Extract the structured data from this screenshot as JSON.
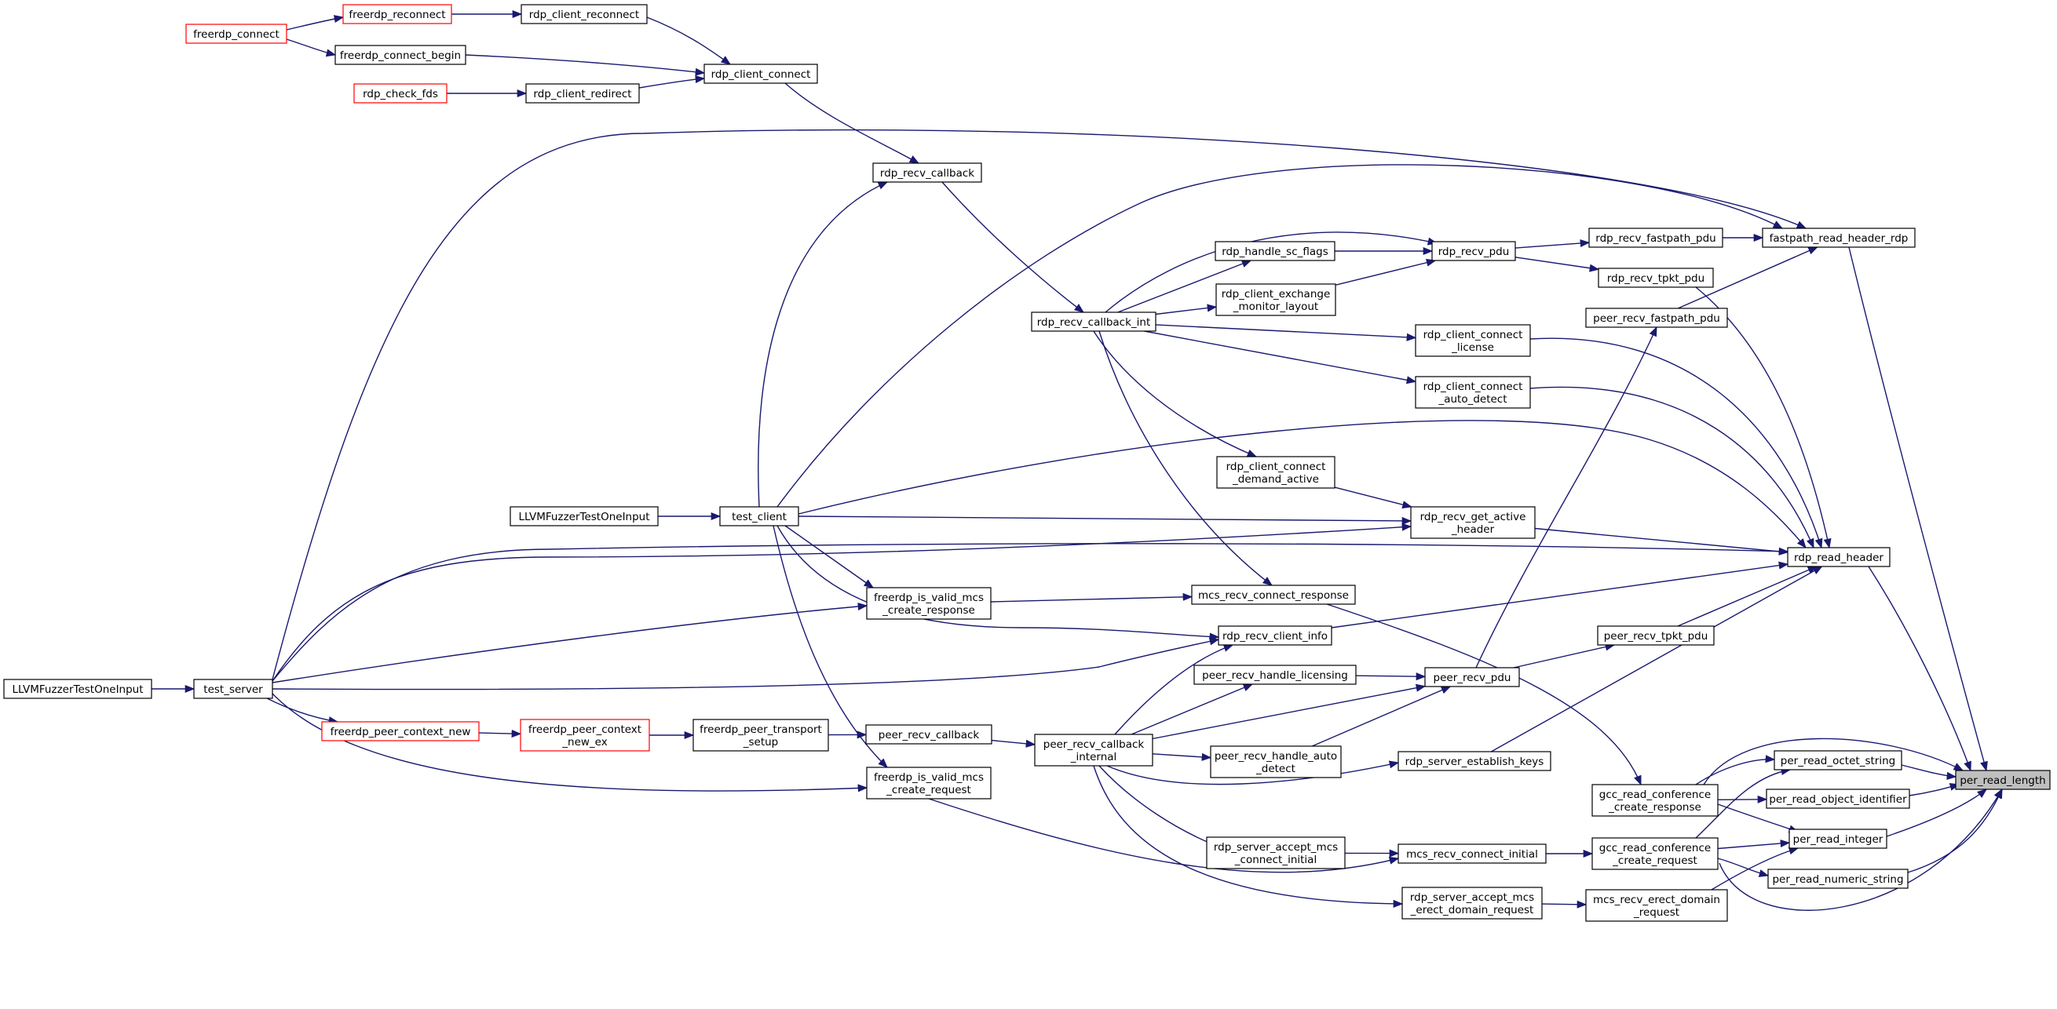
{
  "colors": {
    "edge": "#191970",
    "missing": "#ff0000",
    "focus": "#bfbfbf"
  },
  "nodes": {
    "per_read_length": {
      "lines": [
        "per_read_length"
      ],
      "style": "focus"
    },
    "fastpath_read_header_rdp": {
      "lines": [
        "fastpath_read_header_rdp"
      ]
    },
    "rdp_read_header": {
      "lines": [
        "rdp_read_header"
      ]
    },
    "per_read_octet_string": {
      "lines": [
        "per_read_octet_string"
      ]
    },
    "per_read_object_identifier": {
      "lines": [
        "per_read_object_identifier"
      ]
    },
    "per_read_integer": {
      "lines": [
        "per_read_integer"
      ]
    },
    "per_read_numeric_string": {
      "lines": [
        "per_read_numeric_string"
      ]
    },
    "rdp_recv_fastpath_pdu": {
      "lines": [
        "rdp_recv_fastpath_pdu"
      ]
    },
    "peer_recv_fastpath_pdu": {
      "lines": [
        "peer_recv_fastpath_pdu"
      ]
    },
    "rdp_recv_tpkt_pdu": {
      "lines": [
        "rdp_recv_tpkt_pdu"
      ]
    },
    "peer_recv_tpkt_pdu": {
      "lines": [
        "peer_recv_tpkt_pdu"
      ]
    },
    "gcc_read_conference_create_response": {
      "lines": [
        "gcc_read_conference",
        "_create_response"
      ]
    },
    "gcc_read_conference_create_request": {
      "lines": [
        "gcc_read_conference",
        "_create_request"
      ]
    },
    "mcs_recv_erect_domain_request": {
      "lines": [
        "mcs_recv_erect_domain",
        "_request"
      ]
    },
    "rdp_recv_pdu": {
      "lines": [
        "rdp_recv_pdu"
      ]
    },
    "rdp_client_connect_license": {
      "lines": [
        "rdp_client_connect",
        "_license"
      ]
    },
    "rdp_client_connect_auto_detect": {
      "lines": [
        "rdp_client_connect",
        "_auto_detect"
      ]
    },
    "rdp_recv_get_active_header": {
      "lines": [
        "rdp_recv_get_active",
        "_header"
      ]
    },
    "peer_recv_pdu": {
      "lines": [
        "peer_recv_pdu"
      ]
    },
    "rdp_server_establish_keys": {
      "lines": [
        "rdp_server_establish_keys"
      ]
    },
    "mcs_recv_connect_initial": {
      "lines": [
        "mcs_recv_connect_initial"
      ]
    },
    "rdp_server_accept_mcs_erect_domain_request": {
      "lines": [
        "rdp_server_accept_mcs",
        "_erect_domain_request"
      ]
    },
    "rdp_handle_sc_flags": {
      "lines": [
        "rdp_handle_sc_flags"
      ]
    },
    "rdp_client_exchange_monitor_layout": {
      "lines": [
        "rdp_client_exchange",
        "_monitor_layout"
      ]
    },
    "rdp_client_connect_demand_active": {
      "lines": [
        "rdp_client_connect",
        "_demand_active"
      ]
    },
    "mcs_recv_connect_response": {
      "lines": [
        "mcs_recv_connect_response"
      ]
    },
    "rdp_recv_client_info": {
      "lines": [
        "rdp_recv_client_info"
      ]
    },
    "peer_recv_handle_licensing": {
      "lines": [
        "peer_recv_handle_licensing"
      ]
    },
    "peer_recv_handle_auto_detect": {
      "lines": [
        "peer_recv_handle_auto",
        "_detect"
      ]
    },
    "rdp_server_accept_mcs_connect_initial": {
      "lines": [
        "rdp_server_accept_mcs",
        "_connect_initial"
      ]
    },
    "rdp_recv_callback_int": {
      "lines": [
        "rdp_recv_callback_int"
      ]
    },
    "peer_recv_callback_internal": {
      "lines": [
        "peer_recv_callback",
        "_internal"
      ]
    },
    "rdp_recv_callback": {
      "lines": [
        "rdp_recv_callback"
      ]
    },
    "freerdp_is_valid_mcs_create_response": {
      "lines": [
        "freerdp_is_valid_mcs",
        "_create_response"
      ]
    },
    "freerdp_is_valid_mcs_create_request": {
      "lines": [
        "freerdp_is_valid_mcs",
        "_create_request"
      ]
    },
    "peer_recv_callback": {
      "lines": [
        "peer_recv_callback"
      ]
    },
    "freerdp_peer_transport_setup": {
      "lines": [
        "freerdp_peer_transport",
        "_setup"
      ]
    },
    "freerdp_peer_context_new_ex": {
      "lines": [
        "freerdp_peer_context",
        "_new_ex"
      ],
      "style": "red"
    },
    "freerdp_peer_context_new": {
      "lines": [
        "freerdp_peer_context_new"
      ],
      "style": "red"
    },
    "rdp_client_connect": {
      "lines": [
        "rdp_client_connect"
      ]
    },
    "test_client": {
      "lines": [
        "test_client"
      ]
    },
    "test_server": {
      "lines": [
        "test_server"
      ]
    },
    "llvm_fuzzer_client": {
      "lines": [
        "LLVMFuzzerTestOneInput"
      ]
    },
    "llvm_fuzzer_server": {
      "lines": [
        "LLVMFuzzerTestOneInput"
      ]
    },
    "rdp_client_reconnect": {
      "lines": [
        "rdp_client_reconnect"
      ]
    },
    "freerdp_connect_begin": {
      "lines": [
        "freerdp_connect_begin"
      ]
    },
    "rdp_client_redirect": {
      "lines": [
        "rdp_client_redirect"
      ]
    },
    "freerdp_reconnect": {
      "lines": [
        "freerdp_reconnect"
      ],
      "style": "red"
    },
    "freerdp_connect": {
      "lines": [
        "freerdp_connect"
      ],
      "style": "red"
    },
    "rdp_check_fds": {
      "lines": [
        "rdp_check_fds"
      ],
      "style": "red"
    }
  },
  "edges": [
    [
      "fastpath_read_header_rdp",
      "per_read_length"
    ],
    [
      "rdp_read_header",
      "per_read_length"
    ],
    [
      "per_read_octet_string",
      "per_read_length"
    ],
    [
      "per_read_object_identifier",
      "per_read_length"
    ],
    [
      "per_read_integer",
      "per_read_length"
    ],
    [
      "per_read_numeric_string",
      "per_read_length"
    ],
    [
      "gcc_read_conference_create_response",
      "per_read_length"
    ],
    [
      "gcc_read_conference_create_request",
      "per_read_length"
    ],
    [
      "rdp_recv_fastpath_pdu",
      "fastpath_read_header_rdp"
    ],
    [
      "peer_recv_fastpath_pdu",
      "fastpath_read_header_rdp"
    ],
    [
      "test_client",
      "fastpath_read_header_rdp"
    ],
    [
      "test_server",
      "fastpath_read_header_rdp"
    ],
    [
      "rdp_recv_tpkt_pdu",
      "rdp_read_header"
    ],
    [
      "peer_recv_tpkt_pdu",
      "rdp_read_header"
    ],
    [
      "rdp_client_connect_license",
      "rdp_read_header"
    ],
    [
      "rdp_client_connect_auto_detect",
      "rdp_read_header"
    ],
    [
      "rdp_recv_get_active_header",
      "rdp_read_header"
    ],
    [
      "rdp_recv_client_info",
      "rdp_read_header"
    ],
    [
      "rdp_server_establish_keys",
      "rdp_read_header"
    ],
    [
      "test_client",
      "rdp_read_header"
    ],
    [
      "test_server",
      "rdp_read_header"
    ],
    [
      "gcc_read_conference_create_response",
      "per_read_octet_string"
    ],
    [
      "gcc_read_conference_create_request",
      "per_read_octet_string"
    ],
    [
      "gcc_read_conference_create_response",
      "per_read_object_identifier"
    ],
    [
      "gcc_read_conference_create_response",
      "per_read_integer"
    ],
    [
      "gcc_read_conference_create_request",
      "per_read_integer"
    ],
    [
      "mcs_recv_erect_domain_request",
      "per_read_integer"
    ],
    [
      "gcc_read_conference_create_request",
      "per_read_numeric_string"
    ],
    [
      "rdp_recv_pdu",
      "rdp_recv_fastpath_pdu"
    ],
    [
      "rdp_recv_pdu",
      "rdp_recv_tpkt_pdu"
    ],
    [
      "peer_recv_pdu",
      "peer_recv_fastpath_pdu"
    ],
    [
      "peer_recv_pdu",
      "peer_recv_tpkt_pdu"
    ],
    [
      "mcs_recv_connect_response",
      "gcc_read_conference_create_response"
    ],
    [
      "mcs_recv_connect_initial",
      "gcc_read_conference_create_request"
    ],
    [
      "rdp_server_accept_mcs_erect_domain_request",
      "mcs_recv_erect_domain_request"
    ],
    [
      "rdp_handle_sc_flags",
      "rdp_recv_pdu"
    ],
    [
      "rdp_client_exchange_monitor_layout",
      "rdp_recv_pdu"
    ],
    [
      "rdp_recv_callback_int",
      "rdp_recv_pdu"
    ],
    [
      "rdp_recv_callback_int",
      "rdp_client_connect_license"
    ],
    [
      "rdp_recv_callback_int",
      "rdp_client_connect_auto_detect"
    ],
    [
      "rdp_client_connect_demand_active",
      "rdp_recv_get_active_header"
    ],
    [
      "test_client",
      "rdp_recv_get_active_header"
    ],
    [
      "test_server",
      "rdp_recv_get_active_header"
    ],
    [
      "peer_recv_handle_licensing",
      "peer_recv_pdu"
    ],
    [
      "peer_recv_handle_auto_detect",
      "peer_recv_pdu"
    ],
    [
      "peer_recv_callback_internal",
      "peer_recv_pdu"
    ],
    [
      "peer_recv_callback_internal",
      "rdp_server_establish_keys"
    ],
    [
      "rdp_server_accept_mcs_connect_initial",
      "mcs_recv_connect_initial"
    ],
    [
      "freerdp_is_valid_mcs_create_request",
      "mcs_recv_connect_initial"
    ],
    [
      "peer_recv_callback_internal",
      "rdp_server_accept_mcs_erect_domain_request"
    ],
    [
      "rdp_recv_callback_int",
      "rdp_handle_sc_flags"
    ],
    [
      "rdp_recv_callback_int",
      "rdp_client_exchange_monitor_layout"
    ],
    [
      "rdp_recv_callback_int",
      "rdp_client_connect_demand_active"
    ],
    [
      "rdp_recv_callback_int",
      "mcs_recv_connect_response"
    ],
    [
      "freerdp_is_valid_mcs_create_response",
      "mcs_recv_connect_response"
    ],
    [
      "peer_recv_callback_internal",
      "rdp_recv_client_info"
    ],
    [
      "test_client",
      "rdp_recv_client_info"
    ],
    [
      "test_server",
      "rdp_recv_client_info"
    ],
    [
      "peer_recv_callback_internal",
      "peer_recv_handle_licensing"
    ],
    [
      "peer_recv_callback_internal",
      "peer_recv_handle_auto_detect"
    ],
    [
      "peer_recv_callback_internal",
      "rdp_server_accept_mcs_connect_initial"
    ],
    [
      "rdp_recv_callback",
      "rdp_recv_callback_int"
    ],
    [
      "peer_recv_callback",
      "peer_recv_callback_internal"
    ],
    [
      "rdp_client_connect",
      "rdp_recv_callback"
    ],
    [
      "test_client",
      "rdp_recv_callback"
    ],
    [
      "test_client",
      "freerdp_is_valid_mcs_create_response"
    ],
    [
      "test_server",
      "freerdp_is_valid_mcs_create_response"
    ],
    [
      "test_client",
      "freerdp_is_valid_mcs_create_request"
    ],
    [
      "test_server",
      "freerdp_is_valid_mcs_create_request"
    ],
    [
      "freerdp_peer_transport_setup",
      "peer_recv_callback"
    ],
    [
      "freerdp_peer_context_new_ex",
      "freerdp_peer_transport_setup"
    ],
    [
      "freerdp_peer_context_new",
      "freerdp_peer_context_new_ex"
    ],
    [
      "test_server",
      "freerdp_peer_context_new"
    ],
    [
      "llvm_fuzzer_client",
      "test_client"
    ],
    [
      "llvm_fuzzer_server",
      "test_server"
    ],
    [
      "rdp_client_reconnect",
      "rdp_client_connect"
    ],
    [
      "freerdp_connect_begin",
      "rdp_client_connect"
    ],
    [
      "rdp_client_redirect",
      "rdp_client_connect"
    ],
    [
      "freerdp_reconnect",
      "rdp_client_reconnect"
    ],
    [
      "freerdp_connect",
      "freerdp_reconnect"
    ],
    [
      "freerdp_connect",
      "freerdp_connect_begin"
    ],
    [
      "rdp_check_fds",
      "rdp_client_redirect"
    ]
  ]
}
